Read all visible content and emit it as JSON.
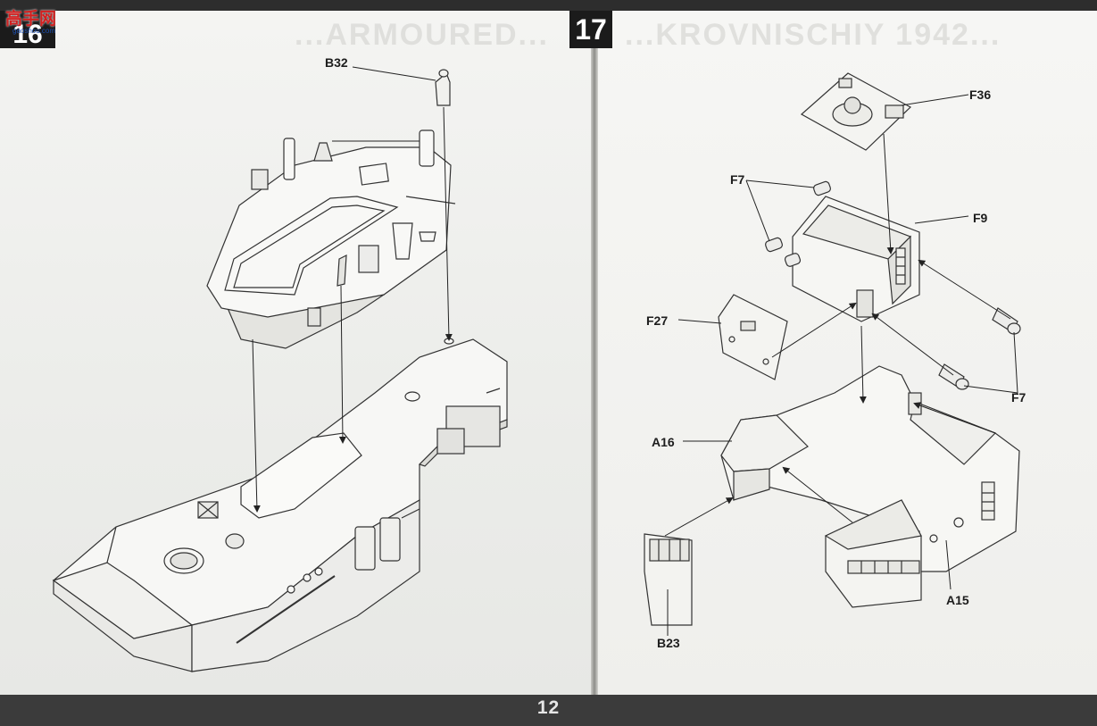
{
  "watermark": {
    "text": "高手网",
    "sub": "gaoshou.com"
  },
  "steps": {
    "left": "16",
    "right": "17"
  },
  "bleed_text": {
    "left": "...ARMOURED...",
    "right": "...KROVNISCHIY 1942..."
  },
  "page_number": "12",
  "part_labels": {
    "b32": "B32",
    "f36": "F36",
    "f7_top": "F7",
    "f9": "F9",
    "f27": "F27",
    "f7_bottom": "F7",
    "a16": "A16",
    "a15": "A15",
    "b23": "B23"
  }
}
